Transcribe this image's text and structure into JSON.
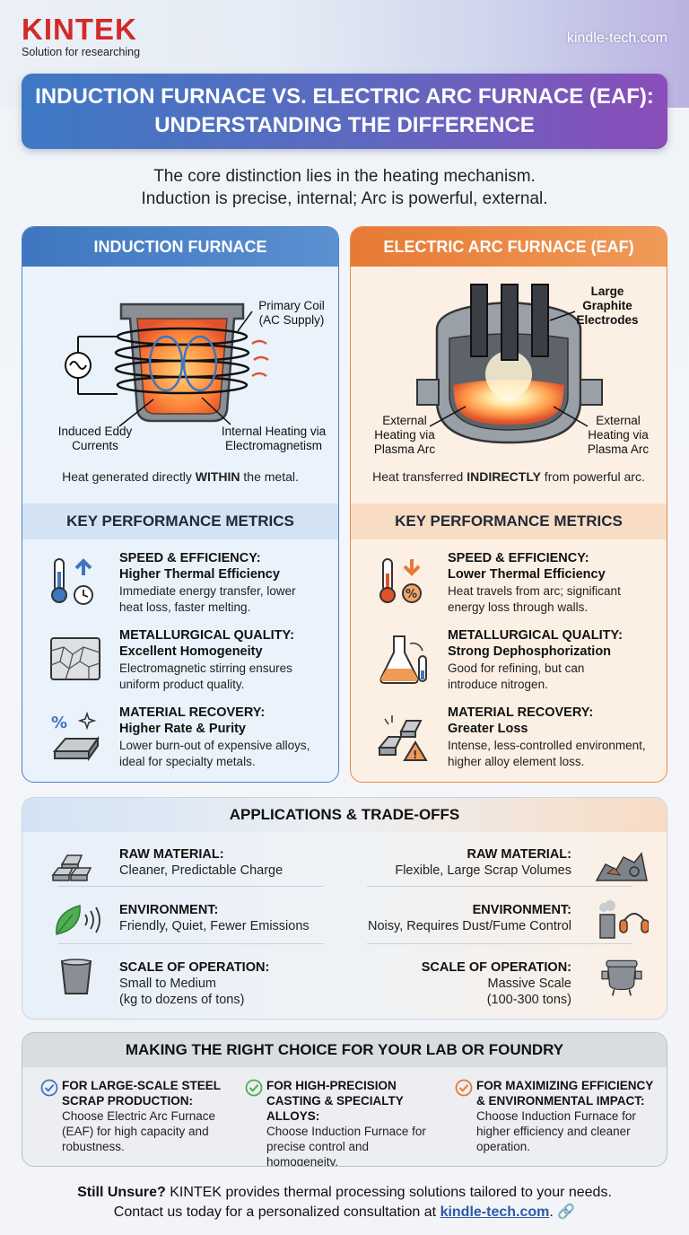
{
  "header": {
    "logo_name": "KINTEK",
    "logo_tagline": "Solution for researching",
    "site": "kindle-tech.com"
  },
  "title": {
    "line1": "INDUCTION FURNACE VS. ELECTRIC ARC FURNACE (EAF):",
    "line2": "UNDERSTANDING THE DIFFERENCE"
  },
  "intro": {
    "line1": "The core distinction lies in the heating mechanism.",
    "line2": "Induction is precise, internal; Arc is powerful, external."
  },
  "induction": {
    "heading": "INDUCTION FURNACE",
    "labels": {
      "primary_coil": "Primary Coil",
      "primary_coil_sub": "(AC Supply)",
      "eddy_1": "Induced Eddy",
      "eddy_2": "Currents",
      "internal_1": "Internal Heating via",
      "internal_2": "Electromagnetism"
    },
    "caption_pre": "Heat generated directly ",
    "caption_bold": "WITHIN",
    "caption_post": " the metal.",
    "metrics_heading": "KEY PERFORMANCE METRICS",
    "metrics": [
      {
        "title": "SPEED & EFFICIENCY:",
        "subtitle": "Higher Thermal Efficiency",
        "desc1": "Immediate energy transfer, lower",
        "desc2": "heat loss, faster melting.",
        "icon": "thermometer-up-icon"
      },
      {
        "title": "METALLURGICAL QUALITY:",
        "subtitle": "Excellent Homogeneity",
        "desc1": "Electromagnetic stirring ensures",
        "desc2": "uniform product quality.",
        "icon": "grain-structure-icon"
      },
      {
        "title": "MATERIAL RECOVERY:",
        "subtitle": "Higher Rate & Purity",
        "desc1": "Lower burn-out of expensive alloys,",
        "desc2": "ideal for specialty metals.",
        "icon": "ingot-percent-icon"
      }
    ]
  },
  "eaf": {
    "heading": "ELECTRIC ARC FURNACE (EAF)",
    "labels": {
      "electrodes_1": "Large",
      "electrodes_2": "Graphite",
      "electrodes_3": "Electrodes",
      "ext_1": "External",
      "ext_2": "Heating via",
      "ext_3": "Plasma Arc"
    },
    "caption_pre": "Heat transferred ",
    "caption_bold": "INDIRECTLY",
    "caption_post": " from powerful arc.",
    "metrics_heading": "KEY PERFORMANCE METRICS",
    "metrics": [
      {
        "title": "SPEED & EFFICIENCY:",
        "subtitle": "Lower Thermal Efficiency",
        "desc1": "Heat travels from arc; significant",
        "desc2": "energy loss through walls.",
        "icon": "thermometer-down-icon"
      },
      {
        "title": "METALLURGICAL QUALITY:",
        "subtitle": "Strong Dephosphorization",
        "desc1": "Good for refining, but can",
        "desc2": "introduce nitrogen.",
        "icon": "flask-icon"
      },
      {
        "title": "MATERIAL RECOVERY:",
        "subtitle": "Greater Loss",
        "desc1": "Intense, less-controlled environment,",
        "desc2": "higher alloy element loss.",
        "icon": "broken-ingot-warning-icon"
      }
    ]
  },
  "applications": {
    "heading": "APPLICATIONS & TRADE-OFFS",
    "induction": [
      {
        "title": "RAW MATERIAL:",
        "desc1": "Cleaner, Predictable Charge",
        "desc2": "",
        "icon": "ingots-icon"
      },
      {
        "title": "ENVIRONMENT:",
        "desc1": "Friendly, Quiet, Fewer Emissions",
        "desc2": "",
        "icon": "leaf-icon"
      },
      {
        "title": "SCALE OF OPERATION:",
        "desc1": "Small to Medium",
        "desc2": "(kg to dozens of tons)",
        "icon": "crucible-icon"
      }
    ],
    "eaf": [
      {
        "title": "RAW MATERIAL:",
        "desc1": "Flexible, Large Scrap Volumes",
        "desc2": "",
        "icon": "scrap-pile-icon"
      },
      {
        "title": "ENVIRONMENT:",
        "desc1": "Noisy, Requires Dust/Fume Control",
        "desc2": "",
        "icon": "smokestack-earmuffs-icon"
      },
      {
        "title": "SCALE OF OPERATION:",
        "desc1": "Massive Scale",
        "desc2": "(100-300 tons)",
        "icon": "large-furnace-icon"
      }
    ]
  },
  "choice": {
    "heading": "MAKING THE RIGHT CHOICE FOR YOUR LAB OR FOUNDRY",
    "items": [
      {
        "title1": "FOR LARGE-SCALE STEEL",
        "title2": "SCRAP PRODUCTION:",
        "desc1": "Choose Electric Arc Furnace",
        "desc2": "(EAF) for high capacity and",
        "desc3": "robustness.",
        "color": "#3f76bf"
      },
      {
        "title1": "FOR HIGH-PRECISION",
        "title2": "CASTING & SPECIALTY ALLOYS:",
        "desc1": "Choose Induction Furnace for",
        "desc2": "precise control and",
        "desc3": "homogeneity.",
        "color": "#4caf50"
      },
      {
        "title1": "FOR MAXIMIZING EFFICIENCY",
        "title2": "& ENVIRONMENTAL IMPACT:",
        "desc1": "Choose Induction Furnace for",
        "desc2": "higher efficiency and cleaner",
        "desc3": "operation.",
        "color": "#e67a35"
      }
    ]
  },
  "footer": {
    "bold_lead": "Still Unsure?",
    "line1_rest": " KINTEK provides thermal processing solutions tailored to your needs.",
    "line2_pre": "Contact us today for a personalized consultation at ",
    "link": "kindle-tech.com",
    "line2_post": "."
  }
}
